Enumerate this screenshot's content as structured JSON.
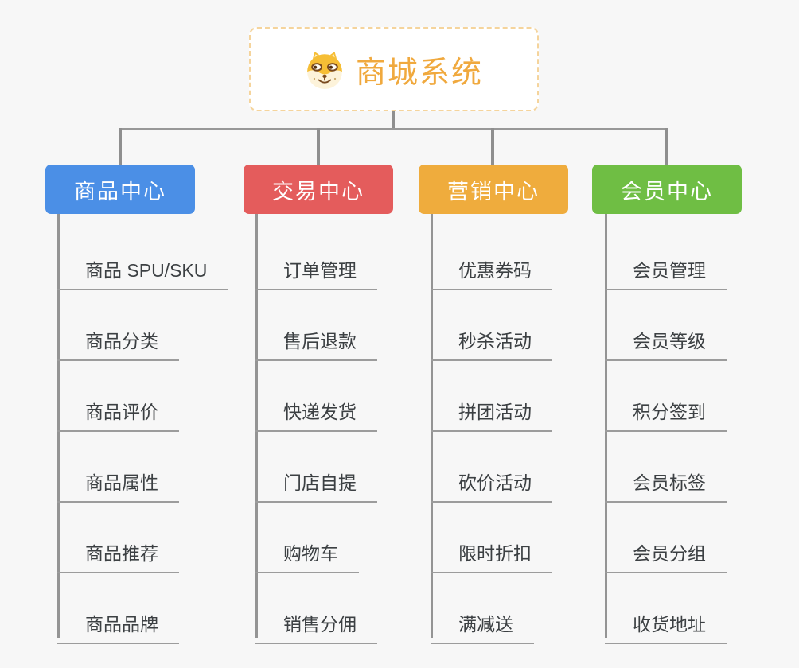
{
  "page": {
    "background_color": "#f7f7f7",
    "connector_color": "#8f8f8f",
    "leaf_text_color": "#3c4043",
    "leaf_line_color": "#9c9c9c"
  },
  "root": {
    "title": "商城系统",
    "icon": "shiba-dog-icon",
    "title_color": "#f0a93e",
    "border_color": "#f5d49c"
  },
  "branches": [
    {
      "id": "product-center",
      "label": "商品中心",
      "color": "#4b8fe6",
      "children": [
        "商品 SPU/SKU",
        "商品分类",
        "商品评价",
        "商品属性",
        "商品推荐",
        "商品品牌"
      ]
    },
    {
      "id": "trade-center",
      "label": "交易中心",
      "color": "#e45c5c",
      "children": [
        "订单管理",
        "售后退款",
        "快递发货",
        "门店自提",
        "购物车",
        "销售分佣"
      ]
    },
    {
      "id": "marketing-center",
      "label": "营销中心",
      "color": "#efac3d",
      "children": [
        "优惠券码",
        "秒杀活动",
        "拼团活动",
        "砍价活动",
        "限时折扣",
        "满减送"
      ]
    },
    {
      "id": "member-center",
      "label": "会员中心",
      "color": "#6fbe44",
      "children": [
        "会员管理",
        "会员等级",
        "积分签到",
        "会员标签",
        "会员分组",
        "收货地址"
      ]
    }
  ]
}
